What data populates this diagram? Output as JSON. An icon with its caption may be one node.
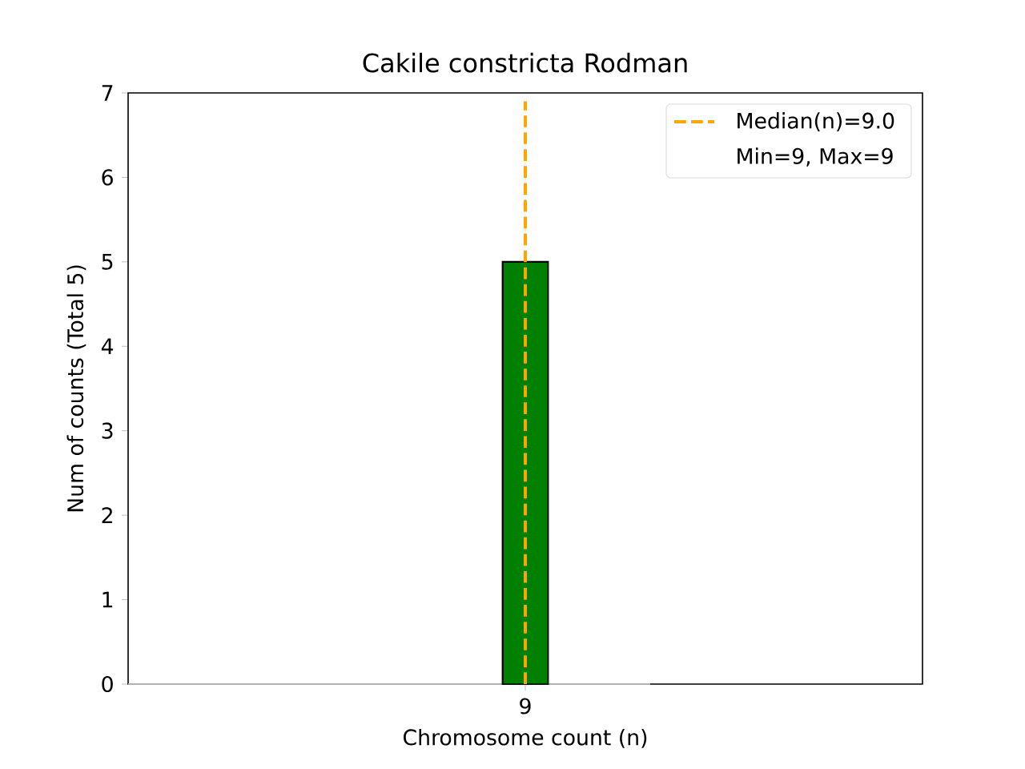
{
  "diagram": {
    "legend": [
      {
        "text": "Median(n)=9.0"
      },
      {
        "text": "Min=9, Max=9"
      }
    ],
    "chart_data": {
      "type": "bar",
      "title": "Cakile constricta Rodman",
      "xlabel": "Chromosome count (n)",
      "ylabel": "Num of counts (Total 5)",
      "categories": [
        "9"
      ],
      "series": [
        {
          "color": "#008000",
          "values": [
            5
          ]
        }
      ],
      "ref_lines": [
        {
          "axis": "x",
          "value": "9",
          "color": "#ffa500"
        }
      ],
      "ylim": [
        0,
        7
      ],
      "yticks": [
        0,
        1,
        2,
        3,
        4,
        5,
        6,
        7
      ]
    }
  }
}
